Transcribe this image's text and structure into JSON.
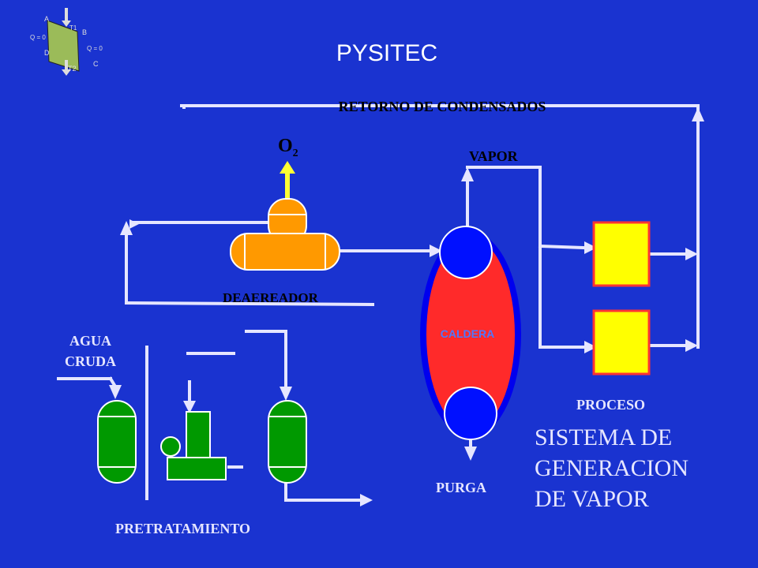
{
  "title": "PYSITEC",
  "logo": {
    "labels": [
      "A",
      "B",
      "C",
      "D"
    ],
    "t1": "T1",
    "t2": "T2",
    "q_left": "Q = 0",
    "q_right": "Q = 0"
  },
  "labels": {
    "retorno": "RETORNO DE CONDENSADOS",
    "o2_main": "O",
    "o2_sub": "2",
    "vapor": "VAPOR",
    "deaereador": "DEAEREADOR",
    "agua_line1": "AGUA",
    "agua_line2": "CRUDA",
    "caldera": "CALDERA",
    "proceso": "PROCESO",
    "purga": "PURGA",
    "pretratamiento": "PRETRATAMIENTO"
  },
  "system_title": [
    "SISTEMA DE",
    "GENERACION",
    "DE VAPOR"
  ],
  "colors": {
    "background": "#1a33d0",
    "pipe": "#e6e6ff",
    "deaerator": "#ff9900",
    "boiler_outer": "#0000ee",
    "boiler_inner": "#ff2a2a",
    "drum": "#0010ff",
    "process": "#ffff00",
    "treatment": "#009900",
    "o2_arrow": "#ffff33"
  }
}
